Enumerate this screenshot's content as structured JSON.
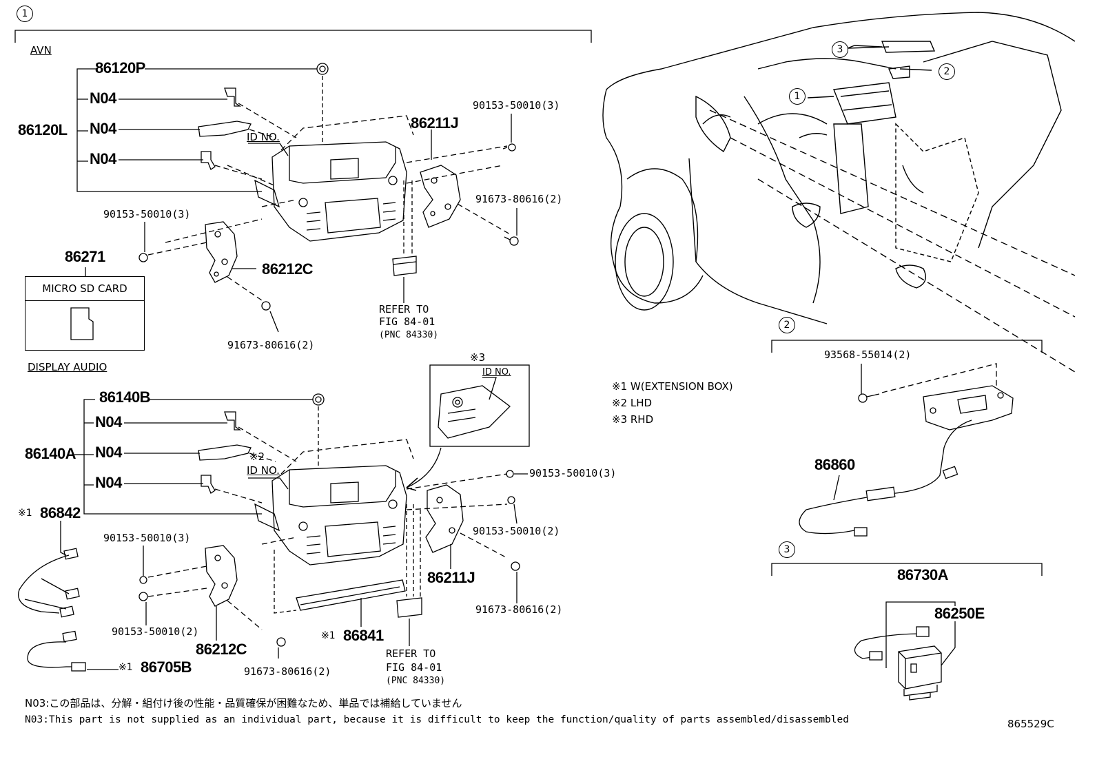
{
  "sections": {
    "main_callout": "1",
    "avn": "AVN",
    "display_audio": "DISPLAY AUDIO",
    "callout_2": "2",
    "callout_3": "3"
  },
  "avn": {
    "p86120P": "86120P",
    "p86120L": "86120L",
    "n04_a": "N04",
    "n04_b": "N04",
    "n04_c": "N04",
    "id_no": "ID NO.",
    "p86211J": "86211J",
    "bolt_top": "90153-50010(3)",
    "screw_right": "91673-80616(2)",
    "bolt_left": "90153-50010(3)",
    "p86271": "86271",
    "micro_sd": "MICRO SD CARD",
    "p86212C": "86212C",
    "screw_bottom": "91673-80616(2)",
    "refer_1": "REFER TO",
    "refer_2": "FIG 84-01",
    "refer_3": "(PNC 84330)"
  },
  "da": {
    "p86140B": "86140B",
    "p86140A": "86140A",
    "n04_a": "N04",
    "n04_b": "N04",
    "n04_c": "N04",
    "note2_mark": "※2",
    "id_no": "ID NO.",
    "note3_mark": "※3",
    "inset_id_no": "ID NO.",
    "bolt_top": "90153-50010(3)",
    "bolt_right": "90153-50010(2)",
    "p86211J": "86211J",
    "screw_right": "91673-80616(2)",
    "p86842_mark": "※1",
    "p86842": "86842",
    "bolt_left_top": "90153-50010(3)",
    "bolt_left_bot": "90153-50010(2)",
    "p86212C": "86212C",
    "screw_bottom": "91673-80616(2)",
    "p86841_mark": "※1",
    "p86841": "86841",
    "p86705B_mark": "※1",
    "p86705B": "86705B",
    "refer_1": "REFER TO",
    "refer_2": "FIG 84-01",
    "refer_3": "(PNC 84330)"
  },
  "legend": {
    "l1": "※1 W(EXTENSION BOX)",
    "l2": "※2 LHD",
    "l3": "※3 RHD"
  },
  "sec2": {
    "bolt": "93568-55014(2)",
    "p86860": "86860"
  },
  "sec3": {
    "p86730A": "86730A",
    "p86250E": "86250E"
  },
  "notes": {
    "jp": "N03:この部品は、分解・組付け後の性能・品質確保が困難なため、単品では補給していません",
    "en": "N03:This part is not supplied as an individual part, because it is difficult to keep the function/quality of parts assembled/disassembled",
    "fig_no": "865529C"
  }
}
